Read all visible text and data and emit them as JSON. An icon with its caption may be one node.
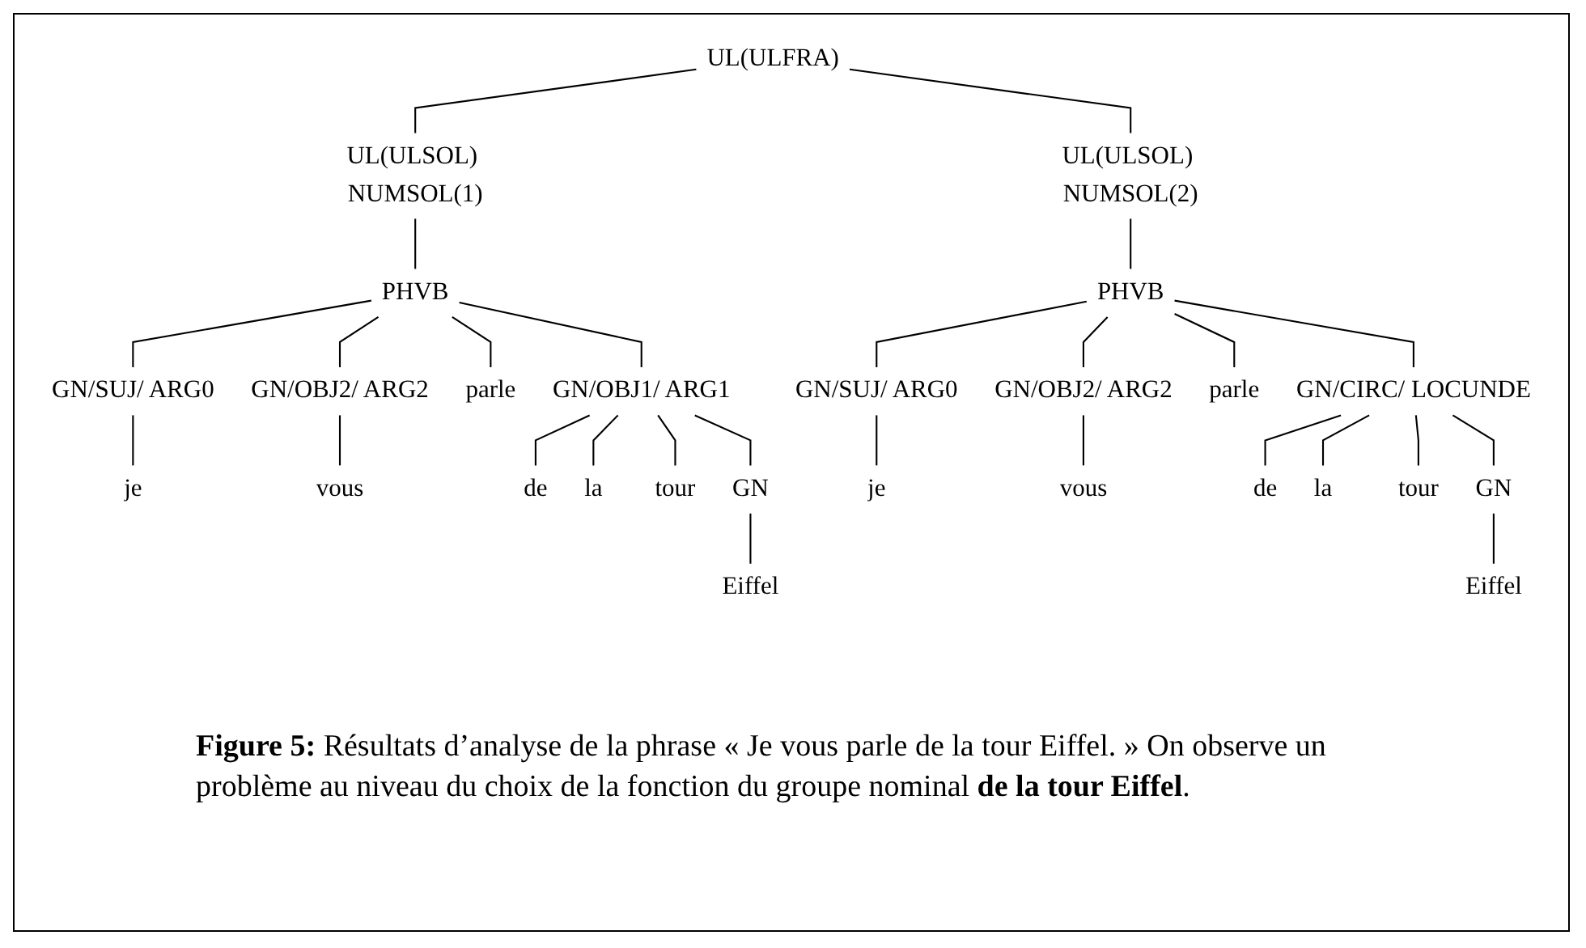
{
  "diagram": {
    "caption": "**Figure 5:** Résultats d’analyse de la phrase « Je vous parle de la tour Eiffel. » On observe un problème au niveau du choix de la fonction du groupe nominal **de la tour Eiffel**.",
    "nodes": [
      {
        "text": [
          "UL(ULFRA)"
        ]
      },
      {
        "text": [
          "UL(ULSOL) NUMSOL(1)"
        ]
      },
      {
        "text": [
          "PHVB"
        ]
      },
      {
        "text": [
          "GN/SUJ/ ARG0"
        ]
      },
      {
        "text": [
          "GN/OBJ2/ ARG2"
        ]
      },
      {
        "text": [
          "GN/OBJ1/ ARG1"
        ]
      },
      {
        "text": [
          "GN"
        ]
      },
      {
        "text": [
          "je"
        ]
      },
      {
        "text": [
          "vous"
        ]
      },
      {
        "text": [
          "parle"
        ]
      },
      {
        "text": [
          "de"
        ]
      },
      {
        "text": [
          "la"
        ]
      },
      {
        "text": [
          "tour"
        ]
      },
      {
        "text": [
          "Eiffel"
        ]
      },
      {
        "text": [
          "UL(ULSOL) NUMSOL(2)"
        ]
      },
      {
        "text": [
          "PHVB"
        ]
      },
      {
        "text": [
          "GN/SUJ/ ARG0"
        ]
      },
      {
        "text": [
          "GN/OBJ2/ ARG2"
        ]
      },
      {
        "text": [
          "GN/CIRC/ LOCUNDE"
        ]
      },
      {
        "text": [
          "GN"
        ]
      },
      {
        "text": [
          "je"
        ]
      },
      {
        "text": [
          "vous"
        ]
      },
      {
        "text": [
          "parle"
        ]
      },
      {
        "text": [
          "de"
        ]
      },
      {
        "text": [
          "la"
        ]
      },
      {
        "text": [
          "tour"
        ]
      },
      {
        "text": [
          "Eiffel"
        ]
      }
    ],
    "edges": [
      {
        "from": 0,
        "to": 1,
        "arrow": "none"
      },
      {
        "from": 0,
        "to": 14,
        "arrow": "none"
      },
      {
        "from": 1,
        "to": 2,
        "arrow": "none"
      },
      {
        "from": 2,
        "to": 3,
        "arrow": "none"
      },
      {
        "from": 2,
        "to": 4,
        "arrow": "none"
      },
      {
        "from": 2,
        "to": 9,
        "arrow": "none"
      },
      {
        "from": 2,
        "to": 5,
        "arrow": "none"
      },
      {
        "from": 3,
        "to": 7,
        "arrow": "none"
      },
      {
        "from": 4,
        "to": 8,
        "arrow": "none"
      },
      {
        "from": 5,
        "to": 10,
        "arrow": "none"
      },
      {
        "from": 5,
        "to": 11,
        "arrow": "none"
      },
      {
        "from": 5,
        "to": 12,
        "arrow": "none"
      },
      {
        "from": 5,
        "to": 6,
        "arrow": "none"
      },
      {
        "from": 6,
        "to": 13,
        "arrow": "none"
      },
      {
        "from": 14,
        "to": 15,
        "arrow": "none"
      },
      {
        "from": 15,
        "to": 16,
        "arrow": "none"
      },
      {
        "from": 15,
        "to": 17,
        "arrow": "none"
      },
      {
        "from": 15,
        "to": 22,
        "arrow": "none"
      },
      {
        "from": 15,
        "to": 18,
        "arrow": "none"
      },
      {
        "from": 16,
        "to": 20,
        "arrow": "none"
      },
      {
        "from": 17,
        "to": 21,
        "arrow": "none"
      },
      {
        "from": 18,
        "to": 23,
        "arrow": "none"
      },
      {
        "from": 18,
        "to": 24,
        "arrow": "none"
      },
      {
        "from": 18,
        "to": 25,
        "arrow": "none"
      },
      {
        "from": 18,
        "to": 19,
        "arrow": "none"
      },
      {
        "from": 19,
        "to": 26,
        "arrow": "none"
      }
    ]
  }
}
